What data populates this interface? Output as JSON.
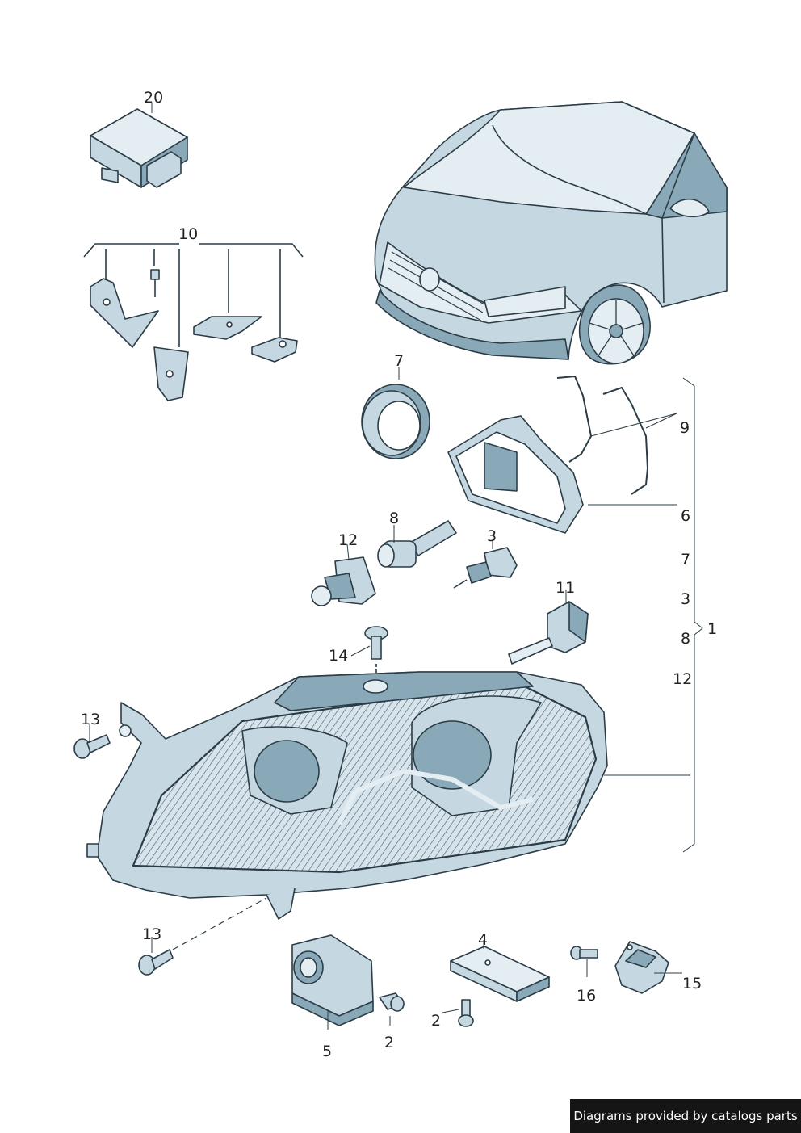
{
  "labels": {
    "p20": "20",
    "p10": "10",
    "p7a": "7",
    "p9": "9",
    "p6": "6",
    "p7b": "7",
    "p3a": "3",
    "p1": "1",
    "p8a": "8",
    "p12a": "12",
    "p8b": "8",
    "p12b": "12",
    "p3b": "3",
    "p11": "11",
    "p14": "14",
    "p13a": "13",
    "p13b": "13",
    "p4": "4",
    "p16": "16",
    "p15": "15",
    "p2a": "2",
    "p2b": "2",
    "p5": "5"
  },
  "credit": "Diagrams provided by catalogs parts",
  "colors": {
    "fill": "#c5d8e2",
    "fill_dark": "#8aa9b8",
    "fill_light": "#e3edf2",
    "stroke": "#2b3c46"
  }
}
